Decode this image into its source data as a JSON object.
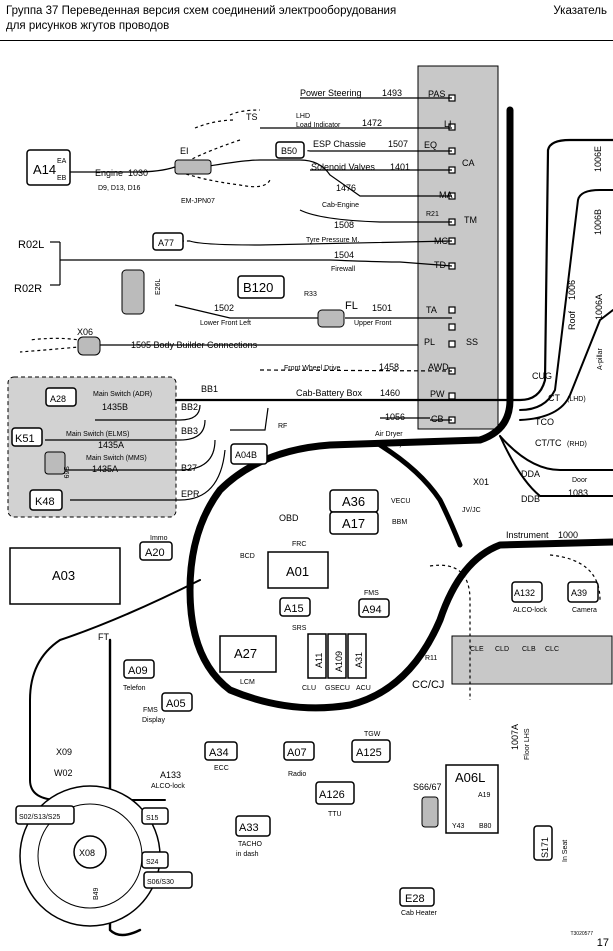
{
  "header": {
    "title_line1": "Группа 37 Переведенная версия схем соединений электрооборудования",
    "title_line2": "для рисунков жгутов проводов",
    "right": "Указатель"
  },
  "footer": {
    "page": "17",
    "code": "T3020577"
  },
  "colors": {
    "line": "#000000",
    "panel": "#c8c8c8",
    "box": "#ffffff"
  },
  "components": {
    "A14": "A14",
    "A14_ea": "EA",
    "A14_eb": "EB",
    "A77": "A77",
    "B50": "B50",
    "B120": "B120",
    "E26L": "E26L",
    "X06": "X06",
    "A28": "A28",
    "K51": "K51",
    "K48": "K48",
    "S69": "S69",
    "A04B": "A04B",
    "A36": "A36",
    "A17": "A17",
    "A03": "A03",
    "A20": "A20",
    "A01": "A01",
    "A15": "A15",
    "A94": "A94",
    "A27": "A27",
    "A11": "A11",
    "A109": "A109",
    "A31": "A31",
    "A09": "A09",
    "A05": "A05",
    "A34": "A34",
    "A07": "A07",
    "A125": "A125",
    "A126": "A126",
    "A33": "A33",
    "A132": "A132",
    "A39": "A39",
    "A06L": "A06L",
    "S171": "S171",
    "E28": "E28",
    "X08": "X08",
    "S15": "S15",
    "S24": "S24",
    "S06S30": "S06/S30",
    "S02group": "S02/S13/S25",
    "A133": "A133",
    "B49": "B49"
  },
  "connectors": {
    "PAS": "PAS",
    "LI": "LI",
    "EQ": "EQ",
    "CA": "CA",
    "MA": "MA",
    "TM": "TM",
    "MC": "MC",
    "TD": "TD",
    "TA": "TA",
    "SS": "SS",
    "PL": "PL",
    "AWD": "AWD",
    "PW": "PW",
    "CB": "CB",
    "EI": "EI",
    "TS": "TS",
    "FL": "FL",
    "BB1": "BB1",
    "BB2": "BB2",
    "BB3": "BB3",
    "B27": "B27",
    "EPR": "EPR",
    "RF": "RF",
    "CUG": "CUG",
    "CT_LHD": "CT",
    "TCO": "TCO",
    "CT_TC": "CT/TC",
    "DDA": "DDA",
    "DDB": "DDB",
    "X01": "X01",
    "JVJC": "JV/JC",
    "FT": "FT",
    "CCCJ": "CC/CJ",
    "CLE": "CLE",
    "CLD": "CLD",
    "CLB": "CLB",
    "CLC": "CLC",
    "R02L": "R02L",
    "R02R": "R02R",
    "R21": "R21",
    "R33": "R33",
    "R11": "R11",
    "X09": "X09",
    "W02": "W02",
    "S66": "S66/67",
    "Y43": "Y43",
    "B80": "B80",
    "A19": "A19",
    "OBD": "OBD",
    "BCD": "BCD",
    "FRC": "FRC",
    "VECU": "VECU",
    "BBM": "BBM",
    "FMS": "FMS",
    "1006E": "1006E",
    "1006B": "1006B",
    "1006A": "1006A",
    "1007A": "1007A"
  },
  "labels": {
    "power_steering": "Power Steering",
    "n1493": "1493",
    "lhd1": "LHD",
    "load_indicator": "Load Indicator",
    "n1472": "1472",
    "esp": "ESP  Chassie",
    "n1507": "1507",
    "solenoid": "Solenoid Valves",
    "n1401": "1401",
    "engine": "Engine",
    "n1030": "1030",
    "d9": "D9, D13, D16",
    "n1476": "1476",
    "cab_engine": "Cab-Engine",
    "em_jpn": "EM-JPN07",
    "n1508": "1508",
    "tyre": "Tyre Pressure M.",
    "n1504": "1504",
    "firewall": "Firewall",
    "n1502": "1502",
    "lower_fl": "Lower Front Left",
    "n1501": "1501",
    "upper_front": "Upper Front",
    "n1505": "1505 Body Builder Connections",
    "fwd": "Front Wheel Drive",
    "n1458": "1458",
    "main_adr": "Main Switch (ADR)",
    "n1435B": "1435B",
    "cab_battery": "Cab-Battery Box",
    "n1460": "1460",
    "main_elms": "Main Switch (ELMS)",
    "n1435A1": "1435A",
    "main_mms": "Main Switch (MMS)",
    "n1435A2": "1435A",
    "n1056": "1056",
    "air_dryer": "Air Dryer",
    "rhd1": "(RHD)",
    "roof": "Roof",
    "n1006": "1006",
    "a_pillar": "A-pillar",
    "lhd2": "(LHD)",
    "rhd2": "(RHD)",
    "door": "Door",
    "n1083": "1083",
    "instrument": "Instrument",
    "n1000": "1000",
    "immo": "Immo",
    "srs": "SRS",
    "lcm": "LCM",
    "clu": "CLU",
    "gsecu": "GSECU",
    "acu": "ACU",
    "telefon": "Telefon",
    "fms_display": "FMS",
    "display": "Display",
    "ecc": "ECC",
    "radio": "Radio",
    "tgw": "TGW",
    "ttu": "TTU",
    "tacho": "TACHO",
    "in_dash": "in dash",
    "alco_lock1": "ALCO-lock",
    "camera": "Camera",
    "alco_lock2": "ALCO-lock",
    "floor_lhs": "Floor LHS",
    "in_seat": "In Seat",
    "cab_heater": "Cab Heater"
  }
}
